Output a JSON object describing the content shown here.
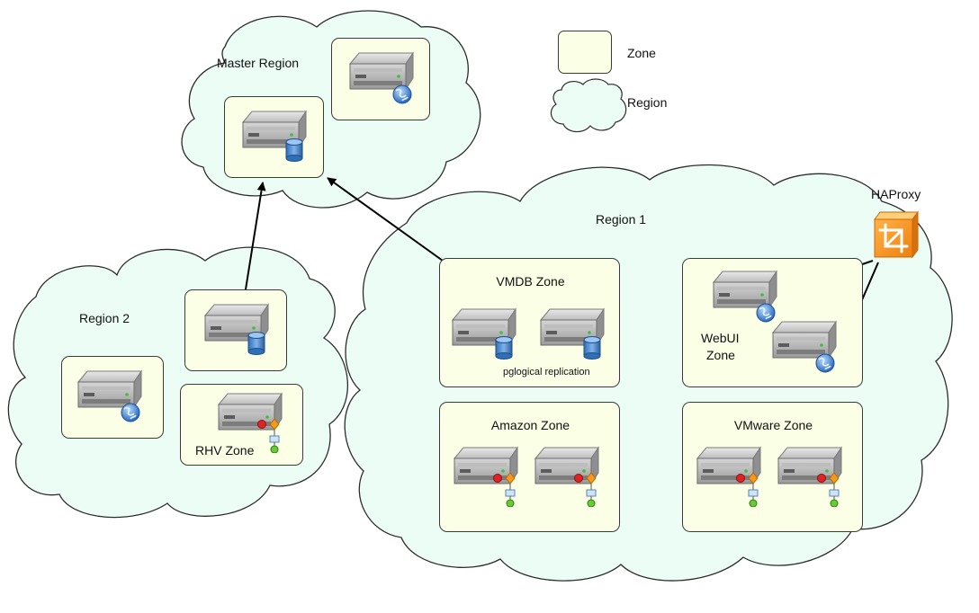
{
  "legend": {
    "zone_label": "Zone",
    "region_label": "Region"
  },
  "regions": {
    "master": "Master Region",
    "region1": "Region 1",
    "region2": "Region 2"
  },
  "zones": {
    "vmdb": "VMDB Zone",
    "webui_line1": "WebUI",
    "webui_line2": "Zone",
    "amazon": "Amazon Zone",
    "vmware": "VMware Zone",
    "rhv": "RHV Zone"
  },
  "annotations": {
    "replication": "pglogical replication"
  },
  "haproxy": {
    "label": "HAProxy",
    "icon": "load-balancer-icon"
  },
  "server_badges": [
    "database-icon",
    "globe-icon",
    "provider-connector-icon"
  ],
  "colors": {
    "region_fill": "#ebfdf5",
    "zone_fill": "#fbffe6",
    "haproxy": "#f39a1e"
  }
}
